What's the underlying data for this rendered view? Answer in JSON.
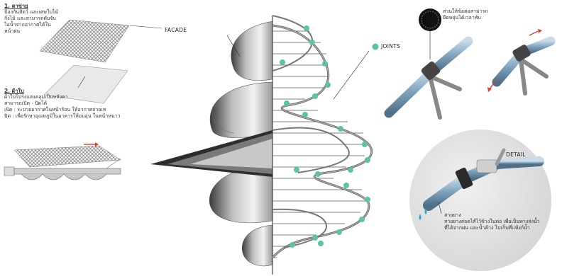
{
  "labels": {
    "facade": "FACADE",
    "joints": "JOINTS",
    "detail": "DETAIL"
  },
  "net_block": {
    "title": "1. ตาข่าย",
    "lines": [
      "ป้องกันสัตว์ และเศษใบไม้",
      "กิ่งไม้ และสามารถดับจับ",
      "ไอน้ำจากอากาศได้ใน",
      "หน้าฝน"
    ]
  },
  "fabric_block": {
    "title": "2. ผ้าใบ",
    "lines": [
      "ผ้าใบโปร่งแสงคลุมเป็นหลังคา",
      "สามารถเปิด - ปิดได้",
      "เปิด : ระบายอากาศในหน้าร้อน ให้อากาศถ่ายเท",
      "ปิด : เพื่อรักษาอุณหภูมิในอาคารให้อบอุ่น ในหน้าหนาว"
    ]
  },
  "hose_caption": {
    "lines": [
      "ส่วนให้ข้อต่อสามารถ",
      "ยืดหยุ่นได้เวลาพับ"
    ]
  },
  "rubber_caption": {
    "title": "สายยาง",
    "lines": [
      "สายยางสอดไส้ไว้ข้างในท่อ เพื่อเป็นทางส่งน้ำ",
      "ที่ได้จากฝน และน้ำค้าง ไปเก็บที่แท้งก์น้ำ"
    ]
  },
  "colors": {
    "joint": "#5cc4a0",
    "pipe": "#8fb3cc",
    "detail_bg": "#e4e4e4",
    "arrow": "#d8412c"
  }
}
